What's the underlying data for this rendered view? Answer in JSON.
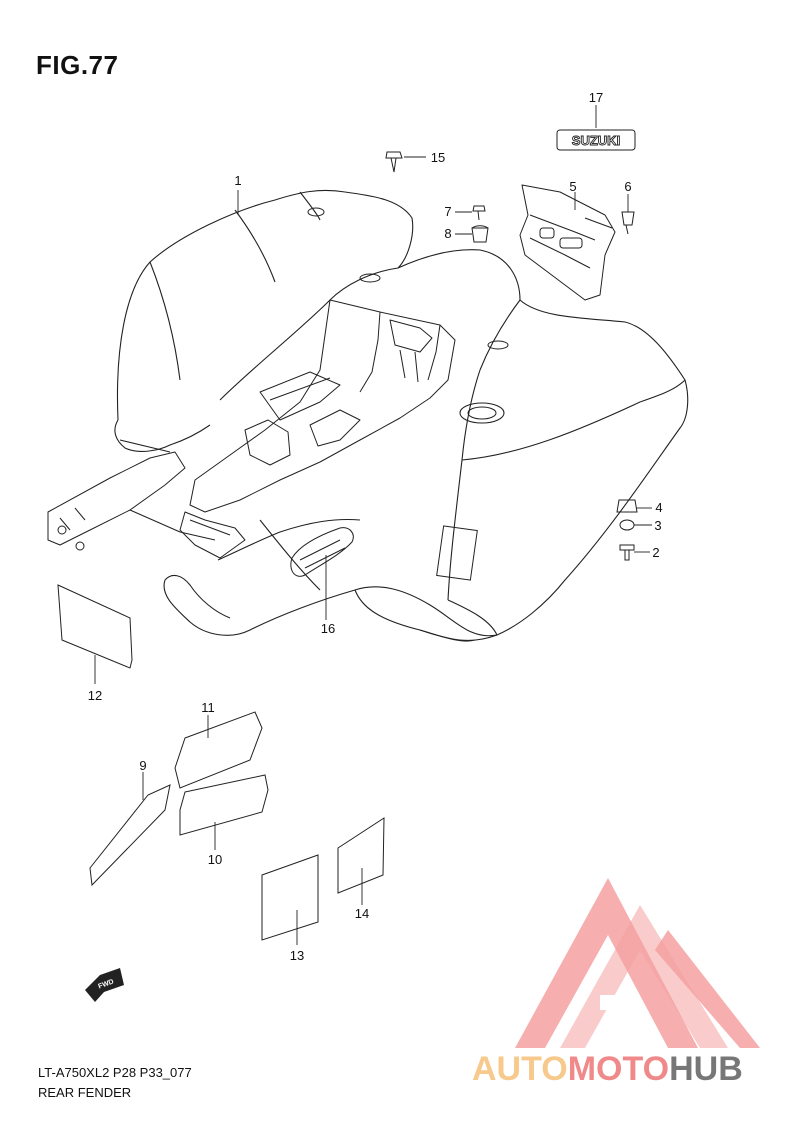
{
  "figure": {
    "title": "FIG.77"
  },
  "callouts": {
    "c1": "1",
    "c2": "2",
    "c3": "3",
    "c4": "4",
    "c5": "5",
    "c6": "6",
    "c7": "7",
    "c8": "8",
    "c9": "9",
    "c10": "10",
    "c11": "11",
    "c12": "12",
    "c13": "13",
    "c14": "14",
    "c15": "15",
    "c16": "16",
    "c17": "17"
  },
  "emblem_text": "SUZUKI",
  "fwd_label": "FWD",
  "footer": {
    "model_code": "LT-A750XL2 P28 P33_077",
    "section_name": "REAR FENDER"
  },
  "watermark": {
    "part1": "AUTO",
    "part2": "MOTO",
    "part3": "HUB",
    "colors": {
      "auto": "#f7c98c",
      "moto": "#f08a8a",
      "hub": "#777777",
      "logo": "#f4a0a0"
    }
  }
}
